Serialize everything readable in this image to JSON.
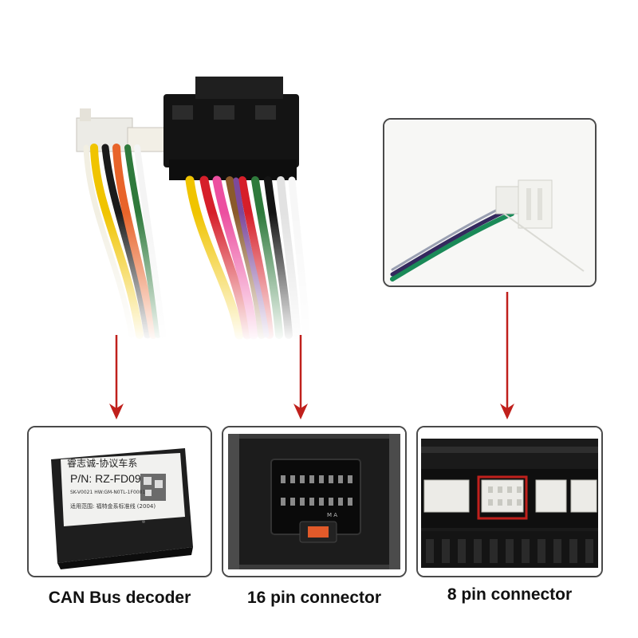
{
  "captions": {
    "can": "CAN Bus decoder",
    "pin16": "16 pin connector",
    "pin8": "8 pin connector"
  },
  "decoder_label": {
    "brand": "睿志诚-协议车系",
    "part_number": "P/N: RZ-FD09",
    "line3": "SK-V0021  HW:GM-N0TL-1F0001",
    "line4": "适用范围: 福特金系标准线 (2004)"
  },
  "fuse_label": "M  A",
  "colors": {
    "arrow": "#c0201c",
    "panel_border": "#4a4a4a",
    "highlight": "#c0201c"
  }
}
